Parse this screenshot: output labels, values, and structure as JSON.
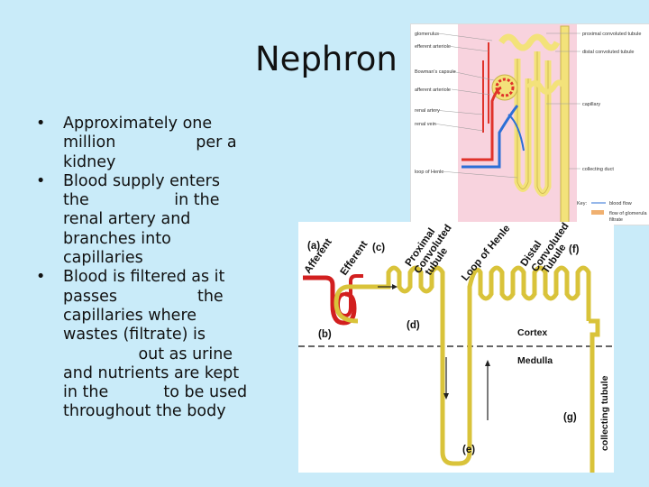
{
  "slide": {
    "title": "Nephron",
    "bullet_symbol": "•",
    "bullets": [
      [
        "Approximately one",
        "million                per a",
        "kidney"
      ],
      [
        "Blood supply enters",
        "the                 in the",
        "renal artery and",
        "branches into",
        "capillaries"
      ],
      [
        "Blood is filtered as it",
        "passes                the",
        "capillaries where",
        "wastes (filtrate) is",
        "               out as urine",
        "and nutrients are kept",
        "in the           to be used",
        "throughout the body"
      ]
    ]
  },
  "figure_top": {
    "labels_left": [
      "glomerulus",
      "efferent arteriole",
      "Bowman's capsule",
      "afferent arteriole",
      "renal artery",
      "renal vein",
      "loop of Henle"
    ],
    "labels_right": [
      "proximal convoluted tubule",
      "distal convoluted tubule",
      "capillary",
      "collecting duct"
    ],
    "key": {
      "title": "Key:",
      "blood_flow": "blood flow",
      "filtrate_flow_1": "flow of glomerula",
      "filtrate_flow_2": "filtrate"
    },
    "colors": {
      "artery": "#e0322a",
      "vein": "#2c6fd6",
      "tubule": "#f3e27a",
      "background": "#f8d3de"
    }
  },
  "figure_bottom": {
    "labels": {
      "a_letter": "(a)",
      "afferent": "Afferent",
      "c_letter": "(c)",
      "efferent": "Efferent",
      "proximal_1": "Proximal",
      "proximal_2": "Convoluted",
      "proximal_3": "tubule",
      "loop": "Loop of Henle",
      "distal_1": "Distal",
      "distal_2": "Convoluted",
      "distal_3": "Tubule",
      "f_letter": "(f)",
      "b_letter": "(b)",
      "d_letter": "(d)",
      "cortex": "Cortex",
      "medulla": "Medulla",
      "g_letter": "(g)",
      "e_letter": "(e)",
      "collecting": "collecting tubule"
    },
    "colors": {
      "tubule": "#d9c33a",
      "vessel": "#d21f1f",
      "boundary": "#333333"
    }
  }
}
